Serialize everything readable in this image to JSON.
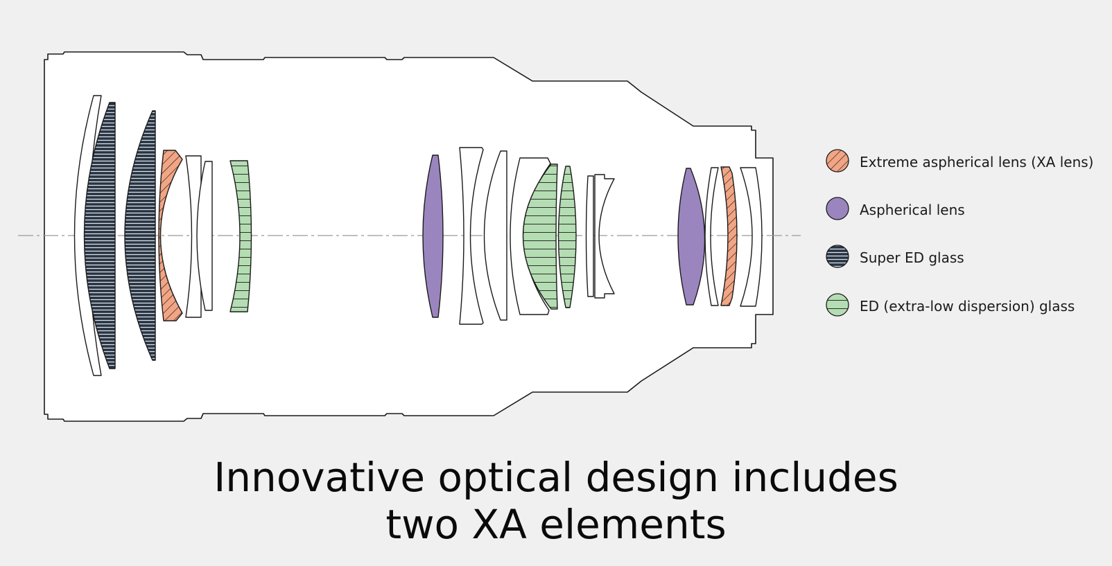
{
  "colors": {
    "background": "#f0f0f0",
    "barrel_fill": "#ffffff",
    "outline": "#1a1a1a",
    "xa_fill": "#f2a584",
    "aspherical_fill": "#9b85be",
    "super_ed_fill": "#2b3340",
    "super_ed_stripe": "#d5e4f2",
    "ed_fill": "#b5ddb3",
    "axis_line": "#999999"
  },
  "legend": {
    "items": [
      {
        "id": "xa",
        "label": "Extreme aspherical lens (XA lens)",
        "pattern": "diagonal"
      },
      {
        "id": "aspherical",
        "label": "Aspherical lens",
        "pattern": "solid"
      },
      {
        "id": "super_ed",
        "label": "Super ED glass",
        "pattern": "dense-horizontal"
      },
      {
        "id": "ed",
        "label": "ED (extra-low dispersion) glass",
        "pattern": "horizontal"
      }
    ]
  },
  "lens_elements": [
    {
      "group": 1,
      "order": 1,
      "type": "plain"
    },
    {
      "group": 1,
      "order": 2,
      "type": "super_ed"
    },
    {
      "group": 1,
      "order": 3,
      "type": "super_ed"
    },
    {
      "group": 1,
      "order": 4,
      "type": "xa"
    },
    {
      "group": 1,
      "order": 5,
      "type": "plain"
    },
    {
      "group": 1,
      "order": 6,
      "type": "plain"
    },
    {
      "group": 1,
      "order": 7,
      "type": "ed"
    },
    {
      "group": 2,
      "order": 8,
      "type": "aspherical"
    },
    {
      "group": 2,
      "order": 9,
      "type": "plain"
    },
    {
      "group": 2,
      "order": 10,
      "type": "plain"
    },
    {
      "group": 2,
      "order": 11,
      "type": "plain"
    },
    {
      "group": 2,
      "order": 12,
      "type": "ed"
    },
    {
      "group": 2,
      "order": 13,
      "type": "ed"
    },
    {
      "group": 2,
      "order": 14,
      "type": "plain"
    },
    {
      "group": 2,
      "order": 15,
      "type": "plain"
    },
    {
      "group": 3,
      "order": 16,
      "type": "aspherical"
    },
    {
      "group": 3,
      "order": 17,
      "type": "plain"
    },
    {
      "group": 3,
      "order": 18,
      "type": "xa"
    },
    {
      "group": 3,
      "order": 19,
      "type": "plain"
    }
  ],
  "caption": {
    "line1": "Innovative optical design includes",
    "line2": "two XA elements"
  }
}
